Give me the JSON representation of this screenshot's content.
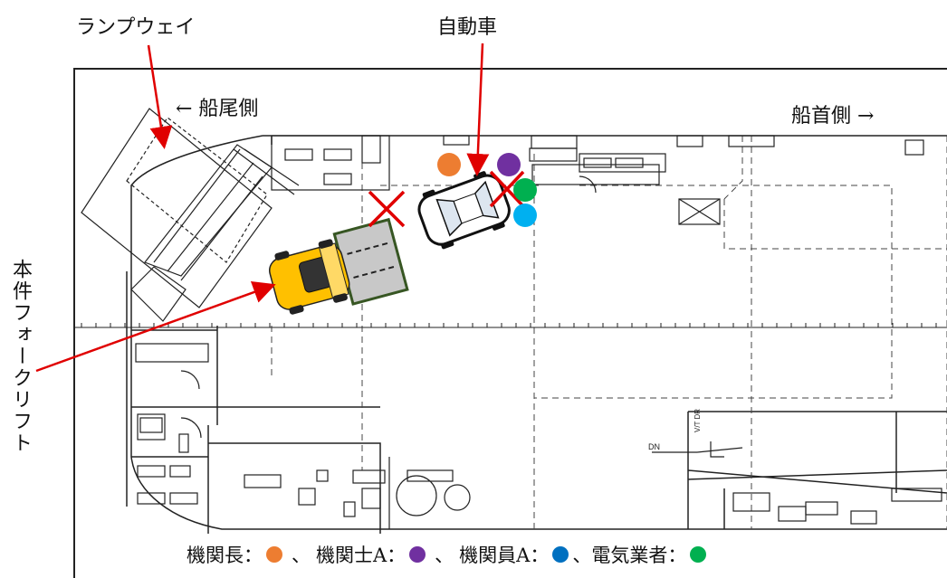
{
  "labels": {
    "rampway": "ランプウェイ",
    "car": "自動車",
    "stern_side": "← 船尾側",
    "bow_side": "船首側 →",
    "forklift": "本件フォークリフト"
  },
  "legend": [
    {
      "name": "機関長",
      "color": "#ed7d31"
    },
    {
      "name": "機関士A",
      "color": "#7030a0"
    },
    {
      "name": "機関員A",
      "color": "#0070c0"
    },
    {
      "name": "電気業者",
      "color": "#00b050"
    }
  ],
  "people": [
    {
      "role": "機関長",
      "color": "#ed7d31"
    },
    {
      "role": "機関士A",
      "color": "#7030a0"
    },
    {
      "role": "電気業者",
      "color": "#00b050"
    },
    {
      "role": "機関員A",
      "color": "#00b0f0"
    }
  ],
  "colors": {
    "arrow": "#e00000",
    "plan_line": "#222222",
    "forklift_body": "#ffc000",
    "pallet": "#c8c8c8",
    "pallet_border": "#375623",
    "collision_mark": "#e00000"
  }
}
